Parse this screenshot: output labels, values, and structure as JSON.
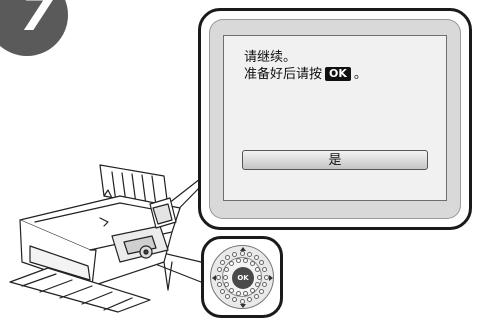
{
  "step": {
    "number": "7"
  },
  "lcd": {
    "line1": "请继续。",
    "line2_prefix": "准备好后请按",
    "ok_key_label": "OK",
    "line2_suffix": "。",
    "yes_button_label": "是"
  },
  "dial": {
    "ok_label": "OK"
  },
  "icons": {
    "step": "step-number-badge",
    "printer": "printer-illustration",
    "callout": "callout-pointer",
    "dial_arrows": [
      "arrow-up-icon",
      "arrow-down-icon",
      "arrow-left-icon",
      "arrow-right-icon"
    ]
  }
}
